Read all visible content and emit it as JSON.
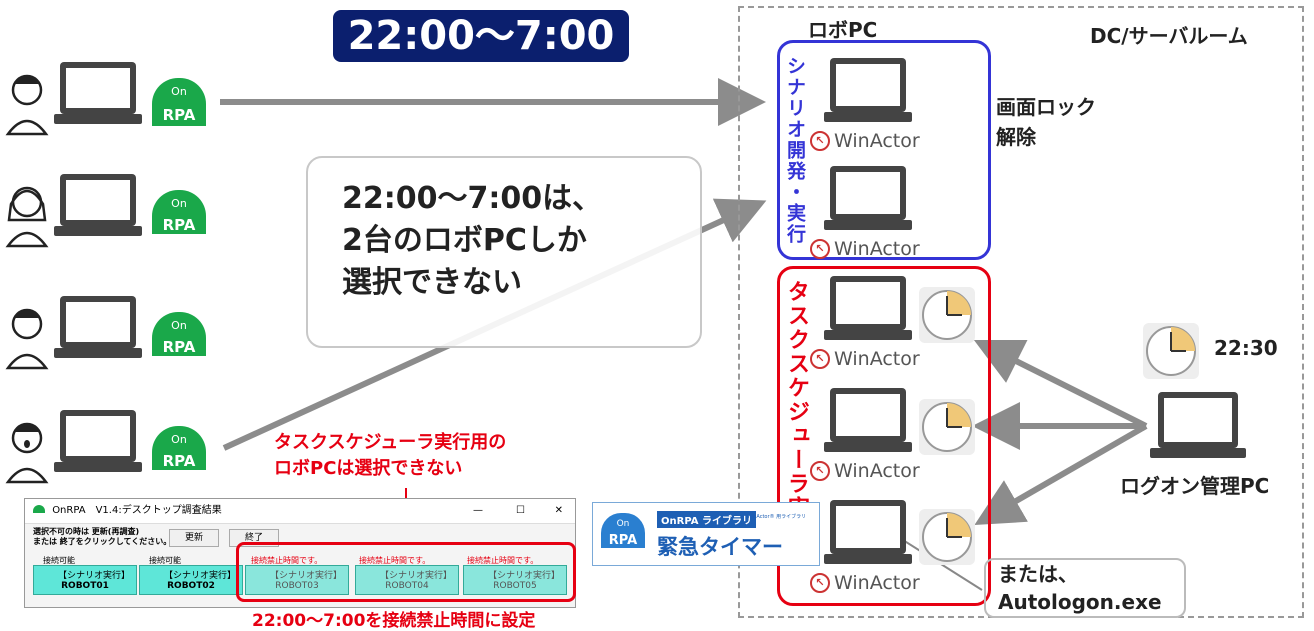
{
  "banner": {
    "time_range": "22:00〜7:00"
  },
  "dc": {
    "label": "DC/サーバルーム",
    "robo_label": "ロボPC"
  },
  "groups": {
    "scenario_dev": "シナリオ開発・実行",
    "task_scheduler": "タスクスケジューラ実行"
  },
  "robo_pcs": [
    {
      "brand": "WinActor",
      "has_clock": false
    },
    {
      "brand": "WinActor",
      "has_clock": false
    },
    {
      "brand": "WinActor",
      "has_clock": true
    },
    {
      "brand": "WinActor",
      "has_clock": true
    },
    {
      "brand": "WinActor",
      "has_clock": true
    }
  ],
  "screen_lock": {
    "line1": "画面ロック",
    "line2": "解除"
  },
  "callout": {
    "line1": "22:00〜7:00は、",
    "line2": "2台のロボPCしか",
    "line3": "選択できない"
  },
  "users": [
    {
      "logo_top": "On",
      "logo_bottom": "RPA"
    },
    {
      "logo_top": "On",
      "logo_bottom": "RPA"
    },
    {
      "logo_top": "On",
      "logo_bottom": "RPA"
    },
    {
      "logo_top": "On",
      "logo_bottom": "RPA"
    }
  ],
  "notice": {
    "line1": "タスクスケジューラ実行用の",
    "line2": "ロボPCは選択できない"
  },
  "bottom_note": "22:00〜7:00を接続禁止時間に設定",
  "logon_pc": {
    "time": "22:30",
    "label": "ログオン管理PC"
  },
  "autologon": {
    "line1": "または、",
    "line2": "Autologon.exe"
  },
  "timer_banner": {
    "tag": "OnRPA ライブラリ",
    "sub": "WinActor® 用ライブラリ",
    "title": "緊急タイマー",
    "logo_top": "On",
    "logo_bottom": "RPA"
  },
  "dialog": {
    "title": "OnRPA　V1.4:デスクトップ調査結果",
    "instruction1": "選択不可の時は 更新(再調査)",
    "instruction2": "または 終了をクリックしてください。",
    "refresh": "更新",
    "exit": "終了",
    "window_min": "—",
    "window_max": "☐",
    "window_close": "✕",
    "robots": [
      {
        "status": "接続可能",
        "tag": "【シナリオ実行】",
        "name": "ROBOT01",
        "blocked": false
      },
      {
        "status": "接続可能",
        "tag": "【シナリオ実行】",
        "name": "ROBOT02",
        "blocked": false
      },
      {
        "status": "接続禁止時間です。",
        "tag": "【シナリオ実行】",
        "name": "ROBOT03",
        "blocked": true
      },
      {
        "status": "接続禁止時間です。",
        "tag": "【シナリオ実行】",
        "name": "ROBOT04",
        "blocked": true
      },
      {
        "status": "接続禁止時間です。",
        "tag": "【シナリオ実行】",
        "name": "ROBOT05",
        "blocked": true
      }
    ]
  },
  "colors": {
    "navy": "#0b1f6e",
    "blue": "#3434d6",
    "red": "#e60012",
    "green": "#1aa84a",
    "arrow": "#8c8c8c"
  }
}
